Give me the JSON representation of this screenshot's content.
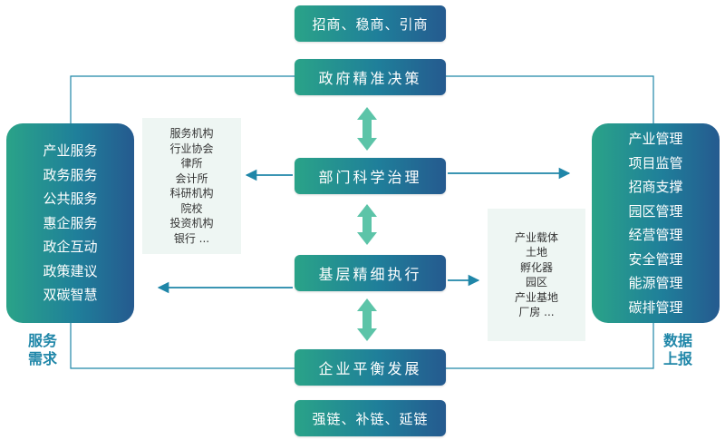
{
  "colors": {
    "box_start": "#2aa388",
    "box_end": "#255a8f",
    "line": "#1f86a8",
    "arrow_teal": "#5cc4a8",
    "panel_bg": "#eef6f3",
    "label": "#1f86a8"
  },
  "center": {
    "top": "招商、稳商、引商",
    "gov": "政府精准决策",
    "dept": "部门科学治理",
    "grassroots": "基层精细执行",
    "enterprise": "企业平衡发展",
    "bottom": "强链、补链、延链"
  },
  "left_services": [
    "产业服务",
    "政务服务",
    "公共服务",
    "惠企服务",
    "政企互动",
    "政策建议",
    "双碳智慧"
  ],
  "left_label": [
    "服务",
    "需求"
  ],
  "left_panel": [
    "服务机构",
    "行业协会",
    "律所",
    "会计所",
    "科研机构",
    "院校",
    "投资机构",
    "银行 ..."
  ],
  "right_panel": [
    "产业载体",
    "土地",
    "孵化器",
    "园区",
    "产业基地",
    "厂房 ..."
  ],
  "right_management": [
    "产业管理",
    "项目监管",
    "招商支撑",
    "园区管理",
    "经营管理",
    "安全管理",
    "能源管理",
    "碳排管理"
  ],
  "right_label": [
    "数据",
    "上报"
  ]
}
